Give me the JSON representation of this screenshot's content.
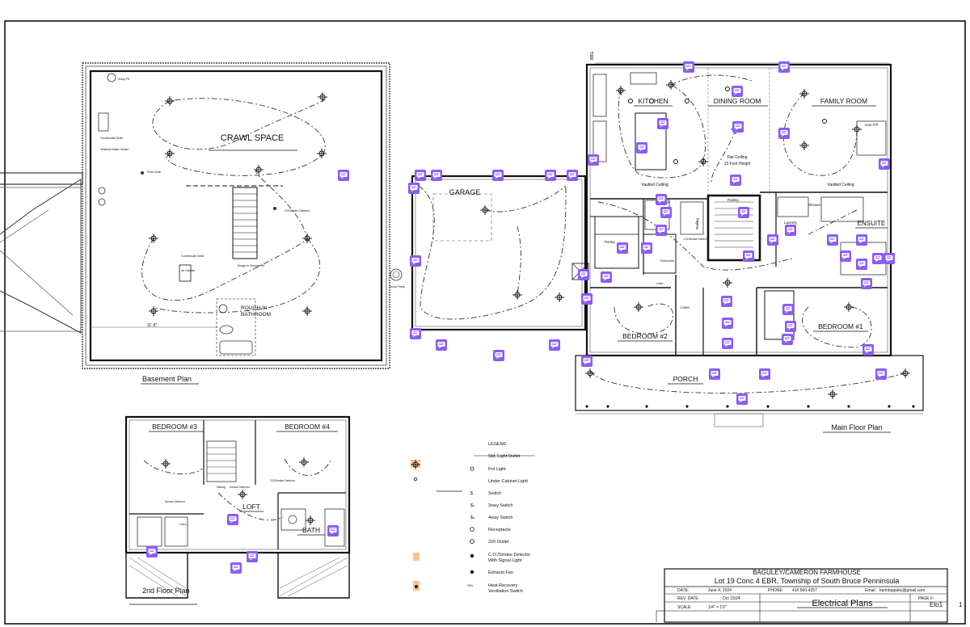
{
  "plans": {
    "basement": {
      "title": "Basement Plan",
      "room": "CRAWL SPACE",
      "notes": [
        "ROUGH IN",
        "BATHROOM"
      ],
      "labels": [
        "Sump Pit",
        "Condensate Drain",
        "Tankless Water Heater",
        "Floor Drain",
        "CO/Smoke Detector",
        "Condensate Drain",
        "Air Handler",
        "Rough In Sewage Pit",
        "11'-8\""
      ]
    },
    "main": {
      "title": "Main Floor Plan",
      "rooms": [
        "KITCHEN",
        "DINING ROOM",
        "FAMILY ROOM",
        "GARAGE",
        "ENSUITE",
        "BEDROOM #2",
        "BEDROOM #1",
        "PORCH"
      ],
      "labels": [
        "Vaulted Ceiling",
        "Flat Ceiling",
        "13 Foot Height",
        "Vaulted Ceiling",
        "Gas F/P",
        "Railing",
        "Railing",
        "Shower",
        "Laundry",
        "Pantry",
        "Linen",
        "CO/Smoke Detector",
        "Thermostat",
        "Shower",
        "Linen",
        "Sump Pump"
      ]
    },
    "second": {
      "title": "2nd Floor Plan",
      "rooms": [
        "BEDROOM #3",
        "BEDROOM #4",
        "LOFT",
        "BATH"
      ],
      "labels": [
        "Smoke Detector",
        "Linen",
        "Railing",
        "Smoke Detector",
        "CO/Smoke Detector"
      ]
    }
  },
  "legend": {
    "title": "LEGEND",
    "items": [
      {
        "symbol": "std-light-outlet-icon",
        "label": "Std. Light Outlet"
      },
      {
        "symbol": "pot-light-icon",
        "label": "Pot Light"
      },
      {
        "symbol": "under-cabinet-light-icon",
        "label": "Under Cabinet Light"
      },
      {
        "symbol": "switch-icon",
        "label": "Switch"
      },
      {
        "symbol": "3way-switch-icon",
        "label": "3way Switch"
      },
      {
        "symbol": "4way-switch-icon",
        "label": "4way Switch"
      },
      {
        "symbol": "receptacle-icon",
        "label": "Receptacle"
      },
      {
        "symbol": "220-outlet-icon",
        "label": "220 Outlet"
      },
      {
        "symbol": "co-smoke-detector-icon",
        "label": "C.O./Smoke Detector"
      },
      {
        "symbol": "exhaust-fan-icon",
        "label": "Exhaust Fan"
      },
      {
        "symbol": "hrv-switch-icon",
        "label": "Heat Recovery"
      }
    ],
    "second_lines": [
      "With Signal Light",
      "Ventilation Switch"
    ]
  },
  "title_block": {
    "project": "BAGULEY/CAMERON FARMHOUSE",
    "lot": "Lot 19 Conc 4 EBR, Township of South Bruce Penninsula",
    "date_label": "DATE:",
    "date_value": "June 4, 2024",
    "phone_label": "PHONE:",
    "phone_value": "416 660-4257",
    "email_label": "Email:",
    "email_value": "karinbaguley@gmail.com",
    "rev_label": "REV. DATE:",
    "rev_value": "Oct 15/24",
    "scale_label": "SCALE:",
    "scale_value": "1/4\" = 1'0\"",
    "sheet_title": "Electrical Plans",
    "page_label": "PAGE #:",
    "page_value": "Elo1",
    "page_extra": "1"
  },
  "colors": {
    "line": "#111111",
    "comment": "#8b5cf6",
    "legend_highlight": "#f7a86c"
  },
  "comment_icon": "comment-icon"
}
